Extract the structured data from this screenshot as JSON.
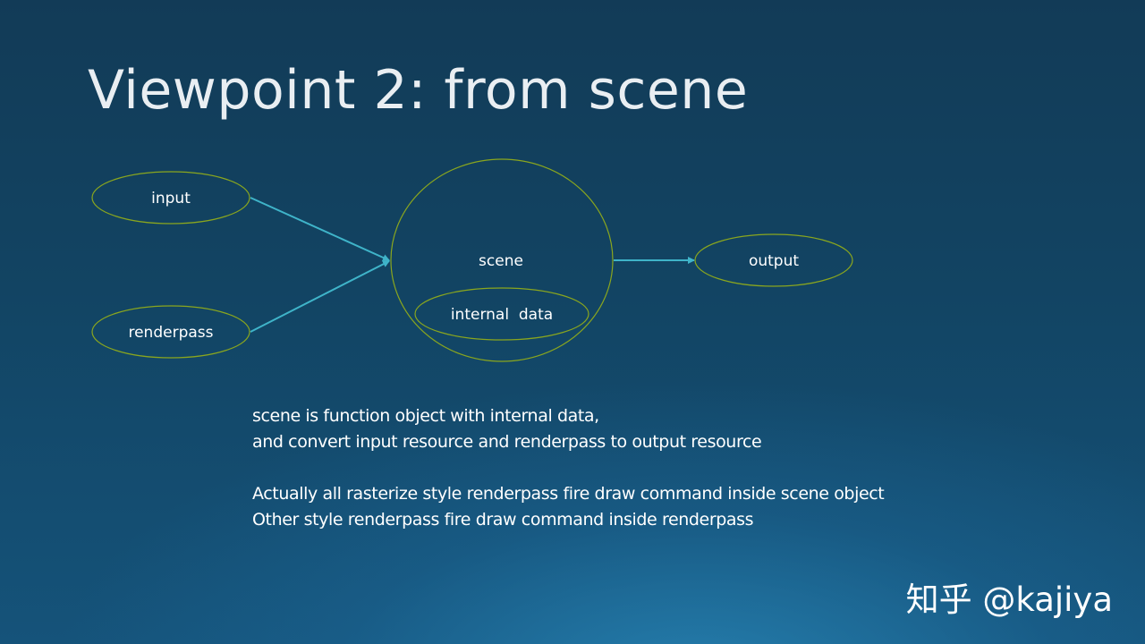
{
  "slide": {
    "title": "Viewpoint 2: from scene"
  },
  "diagram": {
    "nodes": {
      "input": "input",
      "renderpass": "renderpass",
      "scene": "scene",
      "internal_data": "internal  data",
      "output": "output"
    },
    "colors": {
      "node_outline": "#8aa61e",
      "arrow": "#3fb4c9"
    }
  },
  "body": {
    "lines": [
      "scene is function object with internal data,",
      "and convert input resource and renderpass to output resource",
      "Actually all rasterize style renderpass fire draw command inside scene object",
      "Other style renderpass fire draw command inside renderpass"
    ]
  },
  "watermark": "知乎 @kajiya"
}
